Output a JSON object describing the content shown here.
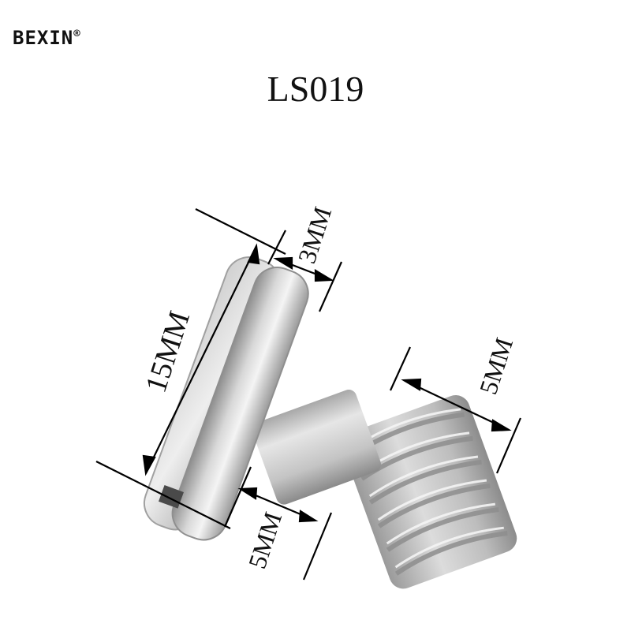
{
  "brand": {
    "name": "BEXIN",
    "mark": "®"
  },
  "product": {
    "model": "LS019"
  },
  "dimensions": {
    "head_thickness": "3MM",
    "head_diameter": "15MM",
    "thread_diameter": "5MM",
    "neck_length": "5MM"
  }
}
